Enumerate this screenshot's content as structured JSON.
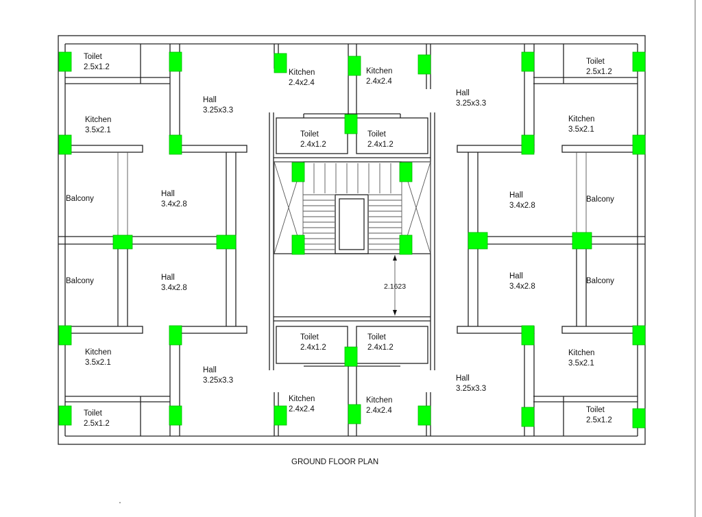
{
  "plan_title": "GROUND FLOOR PLAN",
  "stair_dimension": "2.1623",
  "column_color": "#00ff00",
  "rooms": [
    {
      "name": "Toilet",
      "size": "2.5x1.2"
    },
    {
      "name": "Hall",
      "size": "3.25x3.3"
    },
    {
      "name": "Kitchen",
      "size": "2.4x2.4"
    },
    {
      "name": "Kitchen",
      "size": "2.4x2.4"
    },
    {
      "name": "Hall",
      "size": "3.25x3.3"
    },
    {
      "name": "Toilet",
      "size": "2.5x1.2"
    },
    {
      "name": "Kitchen",
      "size": "3.5x2.1"
    },
    {
      "name": "Toilet",
      "size": "2.4x1.2"
    },
    {
      "name": "Toilet",
      "size": "2.4x1.2"
    },
    {
      "name": "Kitchen",
      "size": "3.5x2.1"
    },
    {
      "name": "Balcony",
      "size": ""
    },
    {
      "name": "Hall",
      "size": "3.4x2.8"
    },
    {
      "name": "Hall",
      "size": "3.4x2.8"
    },
    {
      "name": "Balcony",
      "size": ""
    },
    {
      "name": "Balcony",
      "size": ""
    },
    {
      "name": "Hall",
      "size": "3.4x2.8"
    },
    {
      "name": "Hall",
      "size": "3.4x2.8"
    },
    {
      "name": "Balcony",
      "size": ""
    },
    {
      "name": "Toilet",
      "size": "2.4x1.2"
    },
    {
      "name": "Toilet",
      "size": "2.4x1.2"
    },
    {
      "name": "Kitchen",
      "size": "3.5x2.1"
    },
    {
      "name": "Kitchen",
      "size": "3.5x2.1"
    },
    {
      "name": "Hall",
      "size": "3.25x3.3"
    },
    {
      "name": "Hall",
      "size": "3.25x3.3"
    },
    {
      "name": "Kitchen",
      "size": "2.4x2.4"
    },
    {
      "name": "Kitchen",
      "size": "2.4x2.4"
    },
    {
      "name": "Toilet",
      "size": "2.5x1.2"
    },
    {
      "name": "Toilet",
      "size": "2.5x1.2"
    }
  ]
}
